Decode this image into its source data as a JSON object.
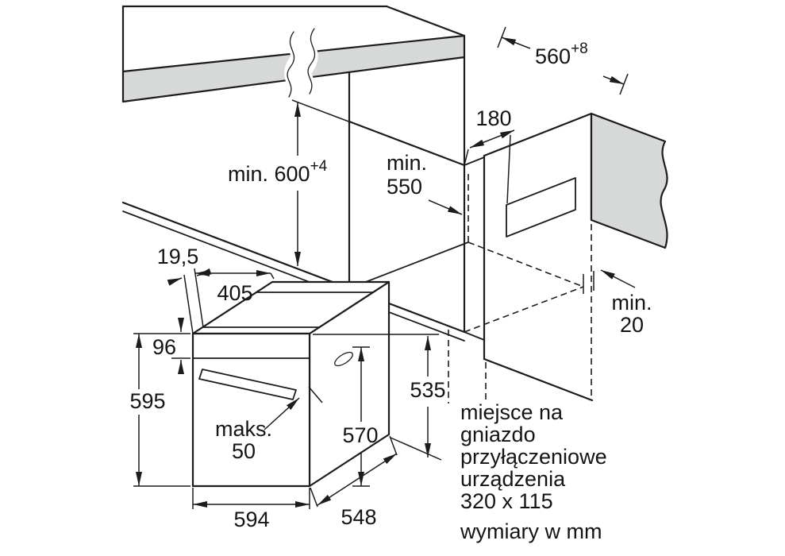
{
  "diagram": {
    "dims": {
      "niche_width": {
        "value": "560",
        "tolerance": "+8"
      },
      "niche_height": {
        "value": "min. 600",
        "tolerance": "+4"
      },
      "niche_depth": {
        "line1": "min.",
        "line2": "550"
      },
      "socket_offset": "180",
      "rear_gap": {
        "line1": "min.",
        "line2": "20"
      },
      "door_proud": "19,5",
      "top_depth": "405",
      "panel_height": "96",
      "oven_height": "595",
      "handle_depth": {
        "line1": "maks.",
        "line2": "50"
      },
      "inner_height": "570",
      "side_height": "535",
      "oven_width": "594",
      "body_depth": "548"
    },
    "notes": {
      "socket_lines": [
        "miejsce na",
        "gniazdo",
        "przyłączeniowe",
        "urządzenia",
        "320 x 115"
      ],
      "units": "wymiary w mm"
    }
  }
}
